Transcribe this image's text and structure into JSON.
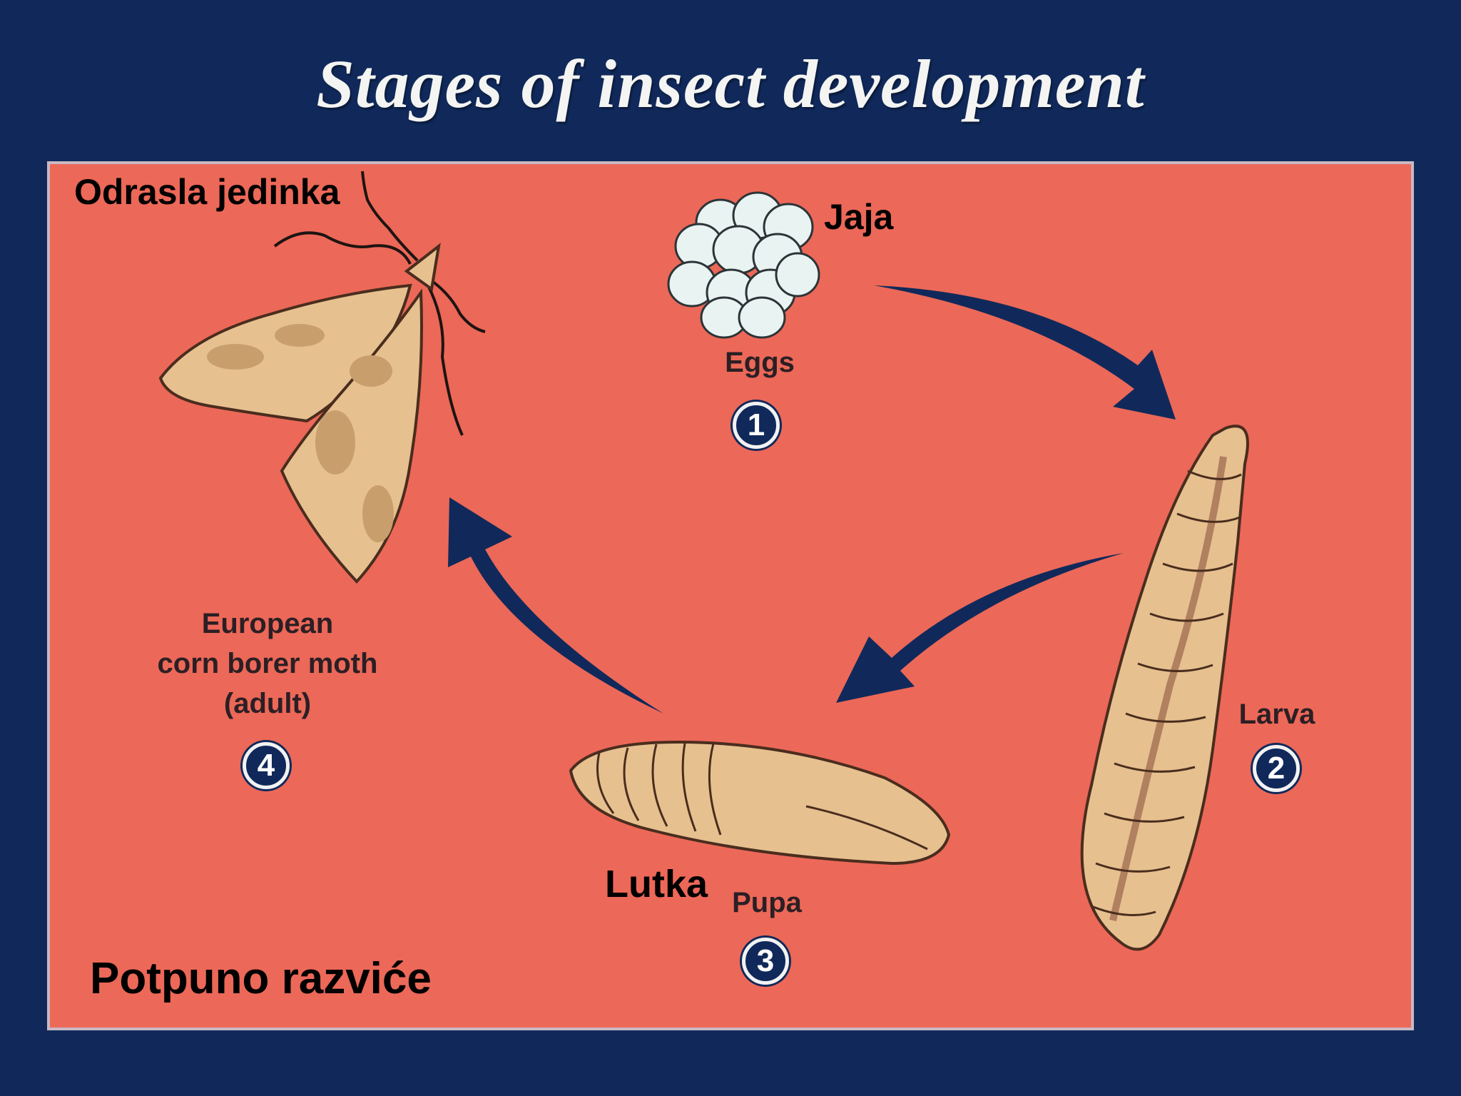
{
  "title": "Stages of insect development",
  "stages": [
    {
      "number": "1",
      "label": "Eggs",
      "overlay_label": "Jaja"
    },
    {
      "number": "2",
      "label": "Larva",
      "overlay_label": ""
    },
    {
      "number": "3",
      "label": "Pupa",
      "overlay_label": "Lutka"
    },
    {
      "number": "4",
      "label_lines": [
        "European",
        "corn borer moth",
        "(adult)"
      ],
      "overlay_label": "Odrasla jedinka"
    }
  ],
  "caption": "Potpuno razviće",
  "colors": {
    "frame": "#10295a",
    "panel": "#ec6858",
    "arrow": "#10295a",
    "insect_fill": "#e6c08f",
    "egg_fill": "#e9f3f1"
  }
}
